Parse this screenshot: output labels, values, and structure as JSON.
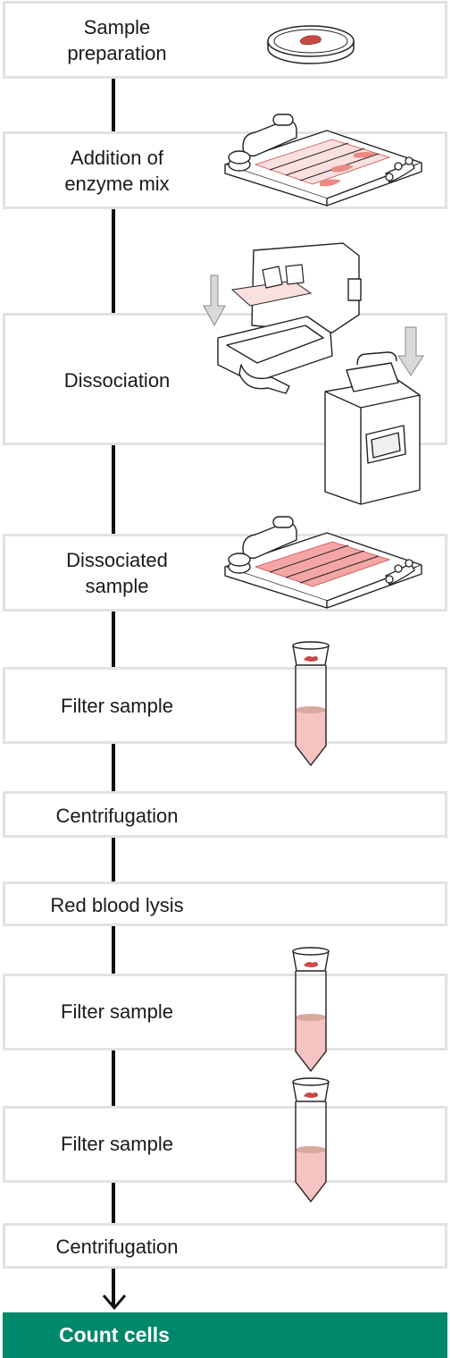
{
  "steps": [
    {
      "label": "Sample\npreparation",
      "illustration": "petri-dish"
    },
    {
      "label": "Addition of\nenzyme mix",
      "illustration": "dissociation-cassette"
    },
    {
      "label": "Dissociation",
      "illustration": "cassette-insertion-and-instrument"
    },
    {
      "label": "Dissociated\nsample",
      "illustration": "dissociation-cassette-filled"
    },
    {
      "label": "Filter sample",
      "illustration": "conical-tube-with-filter"
    },
    {
      "label": "Centrifugation",
      "illustration": ""
    },
    {
      "label": "Red blood lysis",
      "illustration": ""
    },
    {
      "label": "Filter sample",
      "illustration": "conical-tube-with-filter"
    },
    {
      "label": "Filter sample",
      "illustration": "conical-tube-with-filter"
    },
    {
      "label": "Centrifugation",
      "illustration": ""
    }
  ],
  "final_step": {
    "label": "Count cells"
  },
  "colors": {
    "box_border": "#e2e2e2",
    "connector": "#111111",
    "final_fill": "#00886b",
    "tissue": "#c94a44",
    "liquid": "#f6c2c2",
    "pellet": "#d9a9a0"
  }
}
